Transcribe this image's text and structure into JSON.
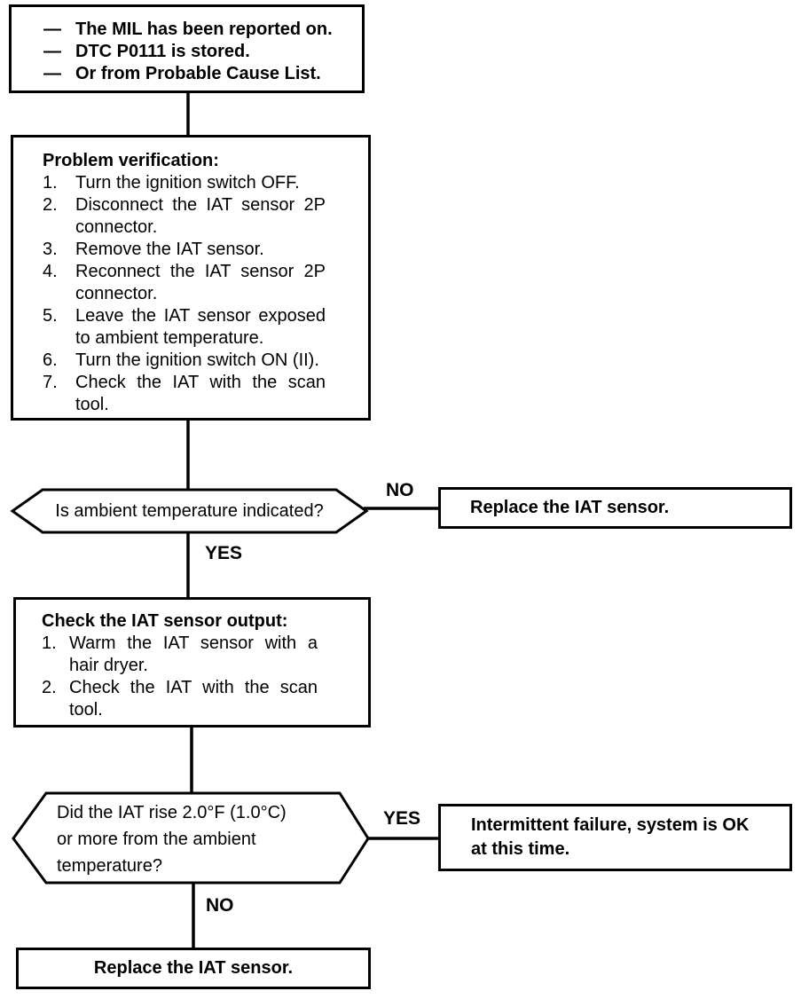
{
  "page": {
    "background_color": "#ffffff",
    "ink_color": "#000000"
  },
  "flowchart": {
    "start_box": {
      "bullet": "—",
      "items": [
        {
          "text": "The MIL has been reported on."
        },
        {
          "text": "DTC P0111 is stored."
        },
        {
          "text": "Or from Probable Cause List."
        }
      ]
    },
    "verify_box": {
      "title": "Problem verification:",
      "steps": [
        {
          "num": "1.",
          "text": "Turn the ignition switch OFF."
        },
        {
          "num": "2.",
          "text": "Disconnect the IAT sensor 2P connector."
        },
        {
          "num": "3.",
          "text": "Remove the IAT sensor."
        },
        {
          "num": "4.",
          "text": "Reconnect the IAT sensor 2P connector."
        },
        {
          "num": "5.",
          "text": "Leave the IAT sensor exposed to ambient temperature."
        },
        {
          "num": "6.",
          "text": "Turn the ignition switch ON (II)."
        },
        {
          "num": "7.",
          "text": "Check the IAT with the scan tool."
        }
      ]
    },
    "decision_1": {
      "question": "Is ambient temperature indicated?",
      "no_label": "NO",
      "yes_label": "YES"
    },
    "replace_box_1": {
      "text": "Replace the IAT sensor."
    },
    "check_box": {
      "title": "Check the IAT sensor output:",
      "steps": [
        {
          "num": "1.",
          "text": "Warm the IAT sensor with a hair dryer."
        },
        {
          "num": "2.",
          "text": "Check the IAT with the scan tool."
        }
      ]
    },
    "decision_2": {
      "question": "Did the IAT rise 2.0°F (1.0°C) or more from the ambient temperature?",
      "yes_label": "YES",
      "no_label": "NO"
    },
    "intermittent_box": {
      "text": "Intermittent failure, system is OK at this time."
    },
    "replace_box_2": {
      "text": "Replace the IAT sensor."
    }
  }
}
